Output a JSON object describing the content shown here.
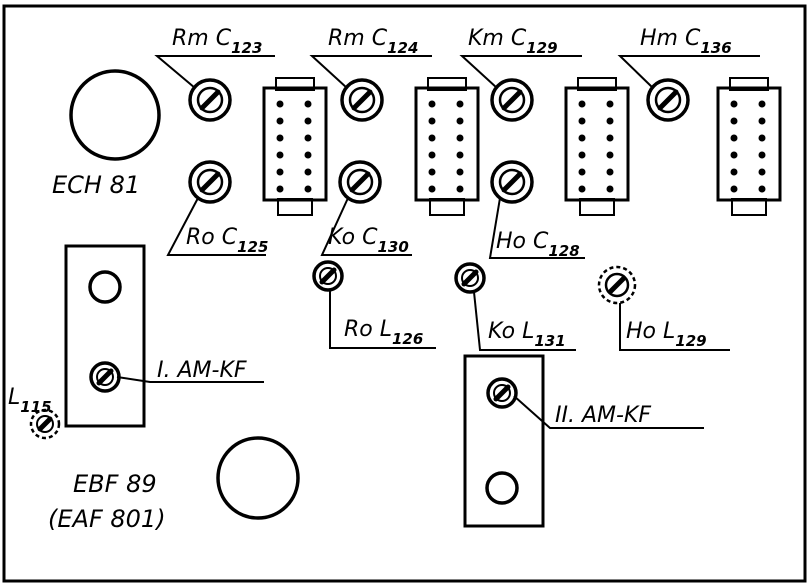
{
  "labels": {
    "rm_c123": {
      "main": "Rm C",
      "sub": "123"
    },
    "rm_c124": {
      "main": "Rm C",
      "sub": "124"
    },
    "km_c129": {
      "main": "Km C",
      "sub": "129"
    },
    "hm_c136": {
      "main": "Hm C",
      "sub": "136"
    },
    "ro_c125": {
      "main": "Ro C",
      "sub": "125"
    },
    "ko_c130": {
      "main": "Ko C",
      "sub": "130"
    },
    "ho_c128": {
      "main": "Ho C",
      "sub": "128"
    },
    "ro_l126": {
      "main": "Ro L",
      "sub": "126"
    },
    "ko_l131": {
      "main": "Ko L",
      "sub": "131"
    },
    "ho_l129": {
      "main": "Ho L",
      "sub": "129"
    },
    "am_kf_1": "I. AM-KF",
    "am_kf_2": "II. AM-KF",
    "l115": {
      "main": "L",
      "sub": "115"
    },
    "ech81": "ECH 81",
    "ebf89": "EBF 89",
    "eaf801": "(EAF 801)"
  }
}
